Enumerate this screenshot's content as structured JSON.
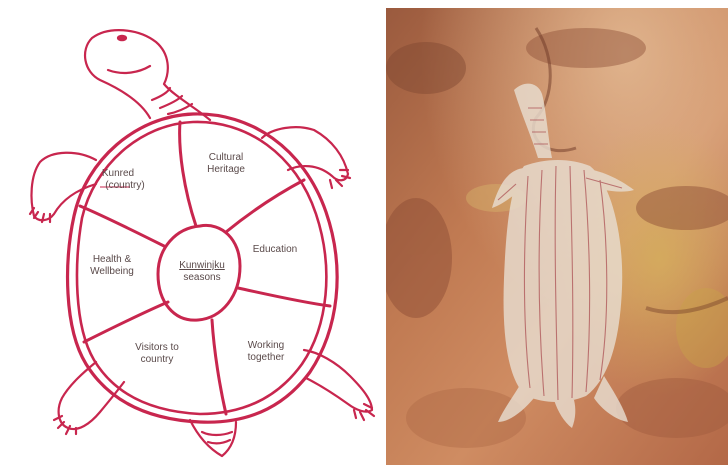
{
  "diagram": {
    "stroke_color": "#c8264e",
    "labels": {
      "kunred": "Kunred",
      "kunred_sub": "(country)",
      "cultural_1": "Cultural",
      "cultural_2": "Heritage",
      "education": "Education",
      "health_1": "Health &",
      "health_2": "Wellbeing",
      "kunwinjku": "Kunwinjku",
      "seasons": "seasons",
      "visitors_1": "Visitors to",
      "visitors_2": "country",
      "working_1": "Working",
      "working_2": "together"
    }
  },
  "photo": {
    "rock_colors": [
      "#b8674a",
      "#c9845c",
      "#9c5a3f",
      "#d9a37a"
    ],
    "painting_color": "#e8ddd0",
    "painting_line_color": "#a0343c"
  }
}
